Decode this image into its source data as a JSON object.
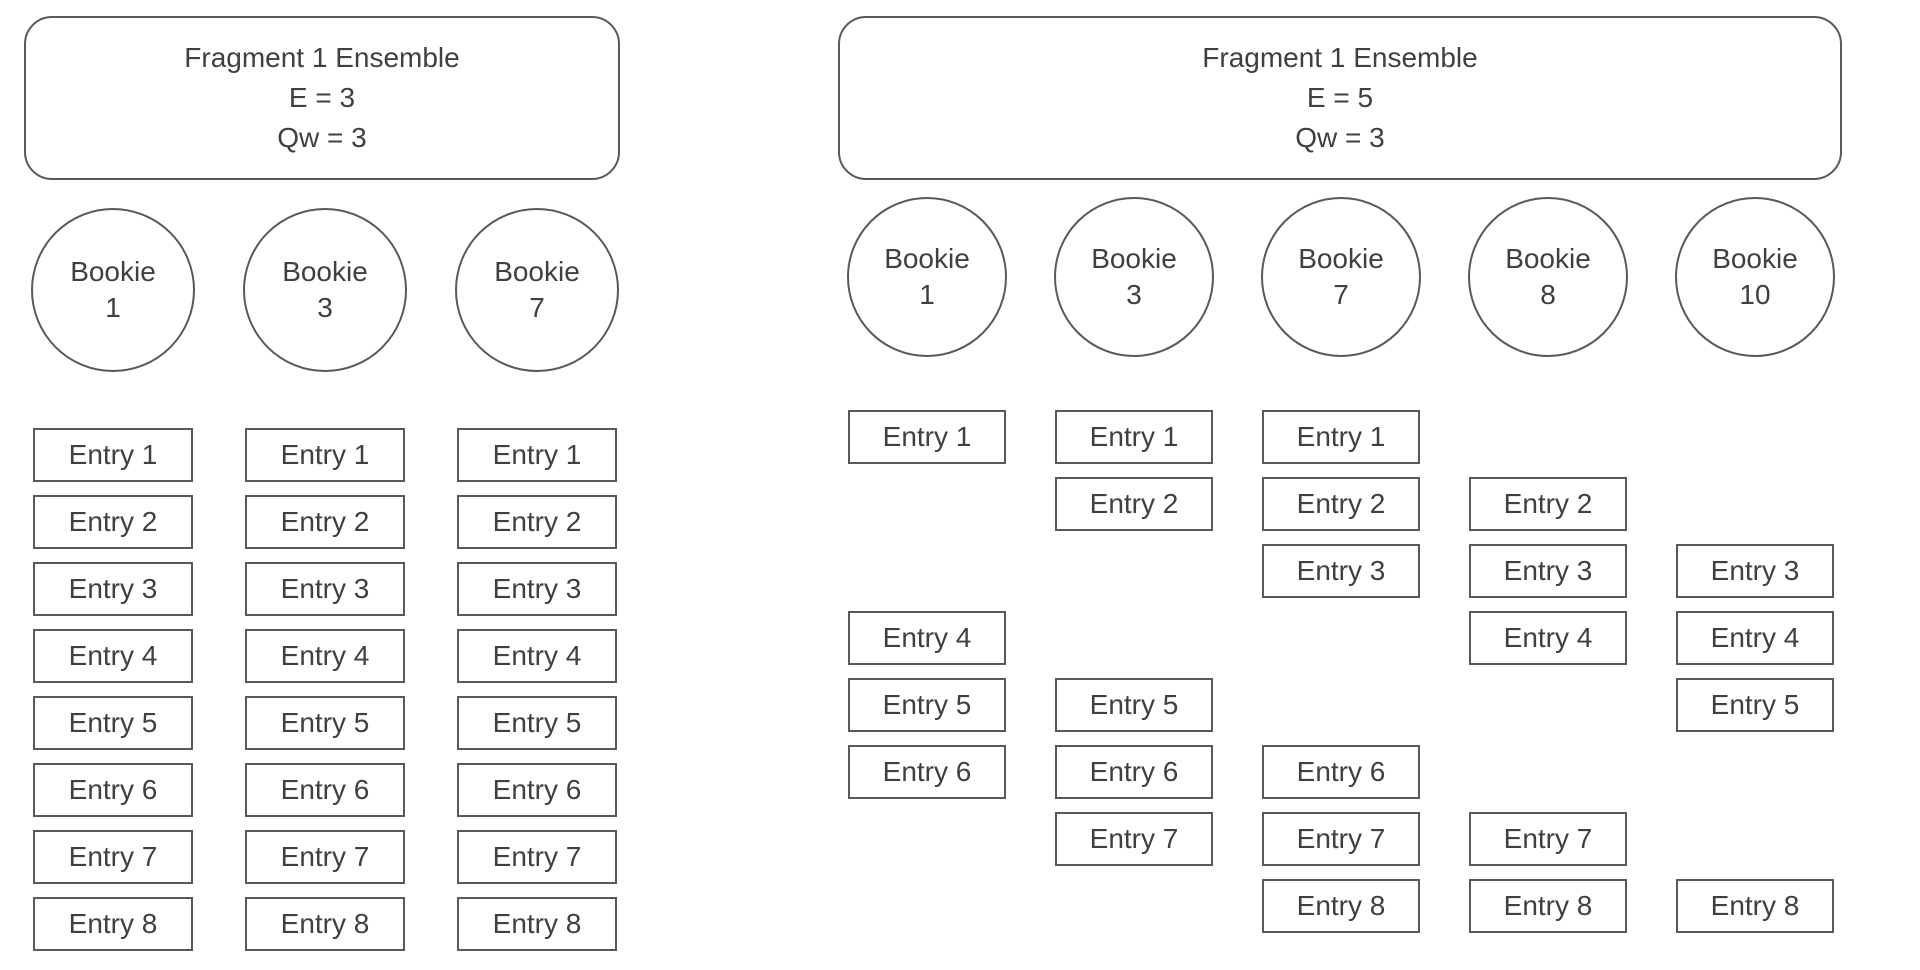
{
  "diagram": {
    "background_color": "#ffffff",
    "stroke_color": "#595959",
    "text_color": "#404040"
  },
  "left_ensemble": {
    "header": {
      "title": "Fragment 1 Ensemble",
      "ensemble_size": "E = 3",
      "write_quorum": "Qw = 3"
    },
    "bookies": [
      {
        "name": "Bookie",
        "id": "1"
      },
      {
        "name": "Bookie",
        "id": "3"
      },
      {
        "name": "Bookie",
        "id": "7"
      }
    ],
    "columns": [
      {
        "bookie": "Bookie 1",
        "entries": [
          "Entry 1",
          "Entry 2",
          "Entry 3",
          "Entry 4",
          "Entry 5",
          "Entry 6",
          "Entry 7",
          "Entry 8"
        ]
      },
      {
        "bookie": "Bookie 3",
        "entries": [
          "Entry 1",
          "Entry 2",
          "Entry 3",
          "Entry 4",
          "Entry 5",
          "Entry 6",
          "Entry 7",
          "Entry 8"
        ]
      },
      {
        "bookie": "Bookie 7",
        "entries": [
          "Entry 1",
          "Entry 2",
          "Entry 3",
          "Entry 4",
          "Entry 5",
          "Entry 6",
          "Entry 7",
          "Entry 8"
        ]
      }
    ]
  },
  "right_ensemble": {
    "header": {
      "title": "Fragment 1 Ensemble",
      "ensemble_size": "E = 5",
      "write_quorum": "Qw = 3"
    },
    "bookies": [
      {
        "name": "Bookie",
        "id": "1"
      },
      {
        "name": "Bookie",
        "id": "3"
      },
      {
        "name": "Bookie",
        "id": "7"
      },
      {
        "name": "Bookie",
        "id": "8"
      },
      {
        "name": "Bookie",
        "id": "10"
      }
    ],
    "columns": [
      {
        "bookie": "Bookie 1",
        "entries": [
          {
            "label": "Entry 1",
            "row": 1
          },
          {
            "label": "Entry 4",
            "row": 4
          },
          {
            "label": "Entry 5",
            "row": 5
          },
          {
            "label": "Entry 6",
            "row": 6
          }
        ]
      },
      {
        "bookie": "Bookie 3",
        "entries": [
          {
            "label": "Entry 1",
            "row": 1
          },
          {
            "label": "Entry 2",
            "row": 2
          },
          {
            "label": "Entry 5",
            "row": 5
          },
          {
            "label": "Entry 6",
            "row": 6
          },
          {
            "label": "Entry 7",
            "row": 7
          }
        ]
      },
      {
        "bookie": "Bookie 7",
        "entries": [
          {
            "label": "Entry 1",
            "row": 1
          },
          {
            "label": "Entry 2",
            "row": 2
          },
          {
            "label": "Entry 3",
            "row": 3
          },
          {
            "label": "Entry 6",
            "row": 6
          },
          {
            "label": "Entry 7",
            "row": 7
          },
          {
            "label": "Entry 8",
            "row": 8
          }
        ]
      },
      {
        "bookie": "Bookie 8",
        "entries": [
          {
            "label": "Entry 2",
            "row": 2
          },
          {
            "label": "Entry 3",
            "row": 3
          },
          {
            "label": "Entry 4",
            "row": 4
          },
          {
            "label": "Entry 7",
            "row": 7
          },
          {
            "label": "Entry 8",
            "row": 8
          }
        ]
      },
      {
        "bookie": "Bookie 10",
        "entries": [
          {
            "label": "Entry 3",
            "row": 3
          },
          {
            "label": "Entry 4",
            "row": 4
          },
          {
            "label": "Entry 5",
            "row": 5
          },
          {
            "label": "Entry 8",
            "row": 8
          }
        ]
      }
    ]
  }
}
